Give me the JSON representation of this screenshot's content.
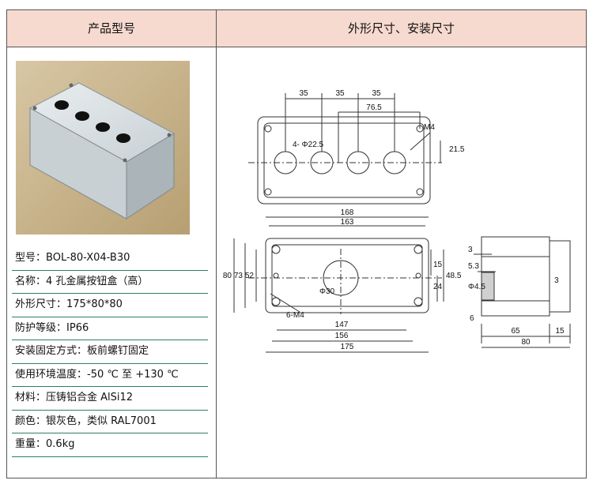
{
  "header": {
    "left": "产品型号",
    "right": "外形尺寸、安装尺寸"
  },
  "specs": [
    {
      "key": "型号：",
      "value": "BOL-80-X04-B30"
    },
    {
      "key": "名称：",
      "value": "4 孔金属按钮盒（高）"
    },
    {
      "key": "外形尺寸：",
      "value": "175*80*80"
    },
    {
      "key": "防护等级：",
      "value": "IP66"
    },
    {
      "key": "安装固定方式：",
      "value": "板前螺钉固定"
    },
    {
      "key": "使用环境温度：",
      "value": "-50 ℃ 至 +130 ℃"
    },
    {
      "key": "材料：",
      "value": "压铸铝合金  AlSi12"
    },
    {
      "key": "颜色：",
      "value": "银灰色，类似 RAL7001"
    },
    {
      "key": "重量：",
      "value": "0.6kg"
    }
  ],
  "drawing": {
    "top": {
      "d1": "35",
      "d2": "35",
      "d3": "35",
      "d4": "76.5",
      "hole": "4- Φ22.5",
      "screw": "M4",
      "side": "21.5"
    },
    "front": {
      "w1": "168",
      "w2": "163",
      "h1": "80",
      "h2": "73",
      "h3": "52",
      "r1": "15",
      "r2": "24",
      "r3": "48.5",
      "circle": "Φ30",
      "screws": "6-M4",
      "b1": "147",
      "b2": "156",
      "b3": "175"
    },
    "side": {
      "a": "3",
      "b": "5.3",
      "c": "Φ4.5",
      "d": "3",
      "e": "6",
      "f": "65",
      "g": "15",
      "h": "80"
    }
  }
}
